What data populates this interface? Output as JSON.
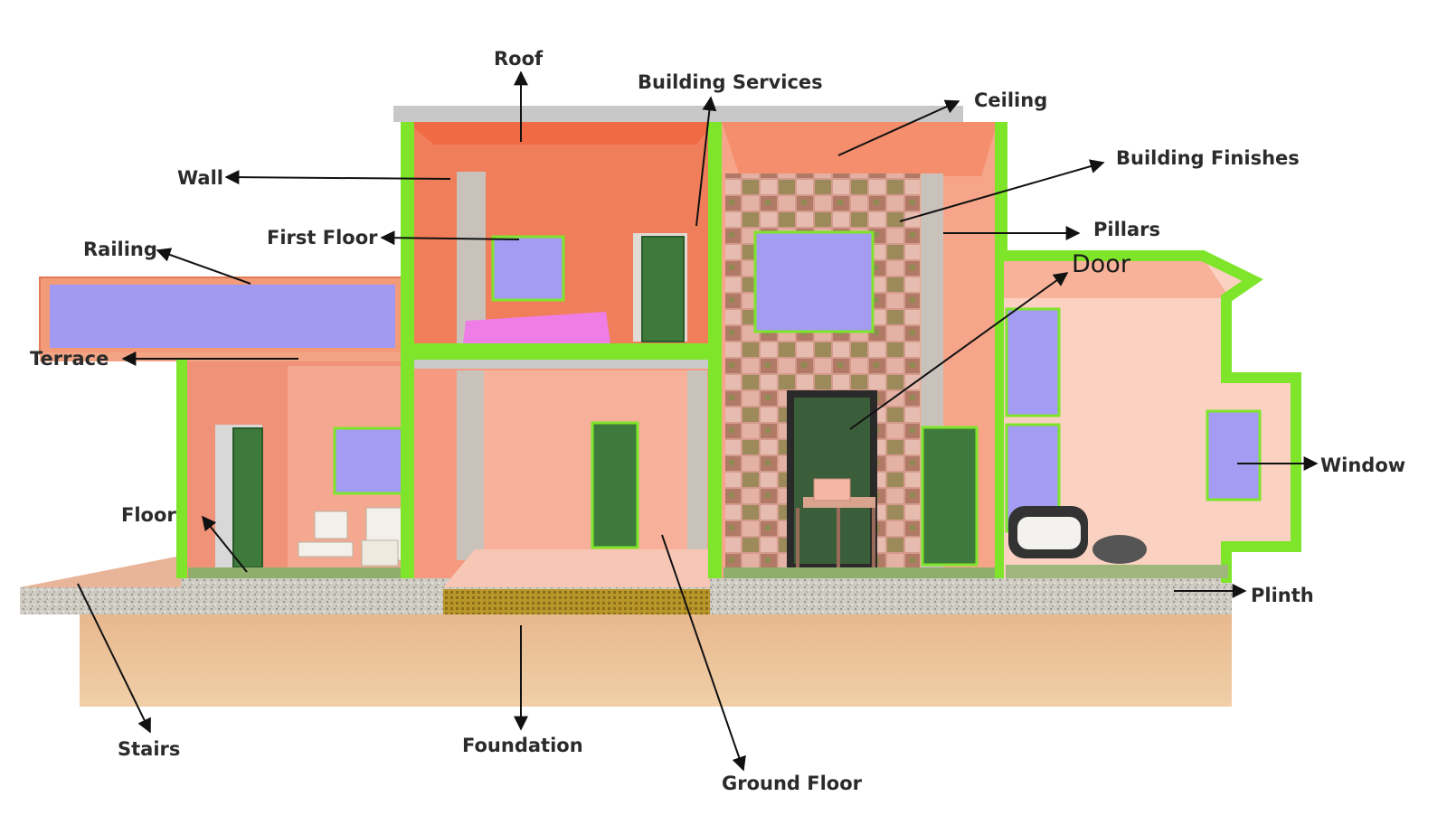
{
  "diagram": {
    "labels": {
      "roof": "Roof",
      "building_services": "Building Services",
      "ceiling": "Ceiling",
      "building_finishes": "Building Finishes",
      "wall": "Wall",
      "pillars": "Pillars",
      "first_floor": "First Floor",
      "railing": "Railing",
      "door": "Door",
      "terrace": "Terrace",
      "window": "Window",
      "floor": "Floor",
      "plinth": "Plinth",
      "stairs": "Stairs",
      "foundation": "Foundation",
      "ground_floor": "Ground Floor"
    }
  },
  "colors": {
    "wall_interior": "#f08a6a",
    "wall_light": "#f7b49a",
    "frame_green": "#7ee52a",
    "window_purple": "#a08ff0",
    "door_green": "#3f7a3a",
    "gravel": "#c9c6bd",
    "foundation_soil": "#ecc59c",
    "roof_slab": "#c8c8c8",
    "stone_wall": "#c9867a",
    "bed_pink": "#ee7ee6",
    "mat_gold": "#b8962a"
  }
}
